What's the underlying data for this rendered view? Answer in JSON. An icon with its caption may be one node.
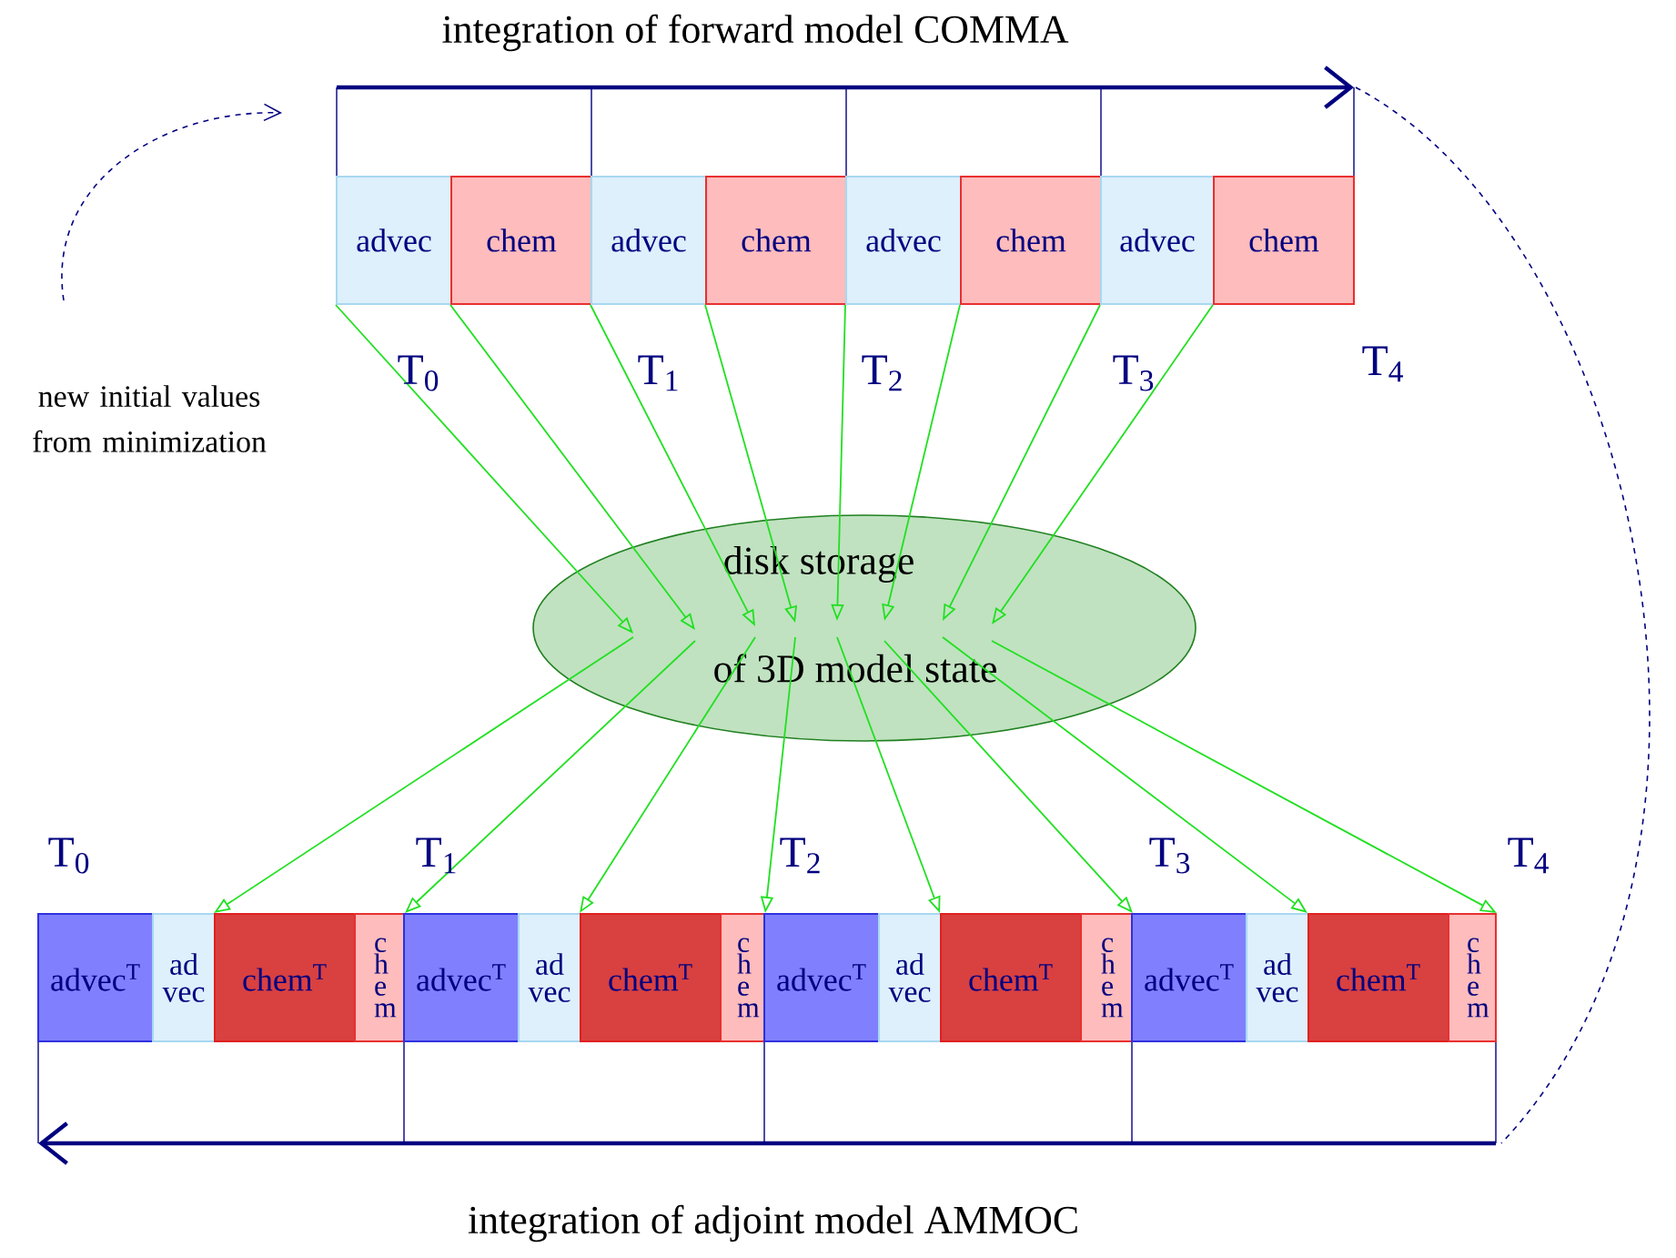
{
  "diagram": {
    "title": "integration of forward model COMMA",
    "caption": "integration of adjoint model AMMOC",
    "nodes": [
      {
        "text": [
          "advec"
        ]
      },
      {
        "text": [
          "chem"
        ]
      },
      {
        "text": [
          "advec"
        ]
      },
      {
        "text": [
          "chem"
        ]
      },
      {
        "text": [
          "advec"
        ]
      },
      {
        "text": [
          "chem"
        ]
      },
      {
        "text": [
          "advec"
        ]
      },
      {
        "text": [
          "chem"
        ]
      },
      {
        "text": [
          "disk storage",
          "of 3D model state"
        ]
      },
      {
        "text": [
          "advec$^{T}$"
        ]
      },
      {
        "text": [
          "ad vec"
        ]
      },
      {
        "text": [
          "chem$^{T}$"
        ]
      },
      {
        "text": [
          "c h e m"
        ]
      },
      {
        "text": [
          "advec$^{T}$"
        ]
      },
      {
        "text": [
          "ad vec"
        ]
      },
      {
        "text": [
          "chem$^{T}$"
        ]
      },
      {
        "text": [
          "c h e m"
        ]
      },
      {
        "text": [
          "advec$^{T}$"
        ]
      },
      {
        "text": [
          "ad vec"
        ]
      },
      {
        "text": [
          "chem$^{T}$"
        ]
      },
      {
        "text": [
          "c h e m"
        ]
      },
      {
        "text": [
          "advec$^{T}$"
        ]
      },
      {
        "text": [
          "ad vec"
        ]
      },
      {
        "text": [
          "chem$^{T}$"
        ]
      },
      {
        "text": [
          "c h e m"
        ]
      }
    ],
    "edges": [
      {
        "from": 0,
        "to": 8,
        "arrow": "to",
        "color": "#20e020"
      },
      {
        "from": 1,
        "to": 8,
        "arrow": "to",
        "color": "#20e020"
      },
      {
        "from": 2,
        "to": 8,
        "arrow": "to",
        "color": "#20e020"
      },
      {
        "from": 3,
        "to": 8,
        "arrow": "to",
        "color": "#20e020"
      },
      {
        "from": 4,
        "to": 8,
        "arrow": "to",
        "color": "#20e020"
      },
      {
        "from": 5,
        "to": 8,
        "arrow": "to",
        "color": "#20e020"
      },
      {
        "from": 6,
        "to": 8,
        "arrow": "to",
        "color": "#20e020"
      },
      {
        "from": 7,
        "to": 8,
        "arrow": "to",
        "color": "#20e020"
      },
      {
        "from": 8,
        "to": 11,
        "arrow": "to",
        "color": "#20e020"
      },
      {
        "from": 8,
        "to": 12,
        "arrow": "to",
        "color": "#20e020"
      },
      {
        "from": 8,
        "to": 15,
        "arrow": "to",
        "color": "#20e020"
      },
      {
        "from": 8,
        "to": 16,
        "arrow": "to",
        "color": "#20e020"
      },
      {
        "from": 8,
        "to": 19,
        "arrow": "to",
        "color": "#20e020"
      },
      {
        "from": 8,
        "to": 20,
        "arrow": "to",
        "color": "#20e020"
      },
      {
        "from": 8,
        "to": 23,
        "arrow": "to",
        "color": "#20e020"
      },
      {
        "from": 8,
        "to": 24,
        "arrow": "to",
        "color": "#20e020"
      }
    ],
    "labels": [
      "new initial values from minimization",
      "T$_{0}$",
      "T$_{1}$",
      "T$_{2}$",
      "T$_{3}$",
      "T$_{4}$",
      "T$_{0}$",
      "T$_{1}$",
      "T$_{2}$",
      "T$_{3}$",
      "T$_{4}$"
    ]
  }
}
